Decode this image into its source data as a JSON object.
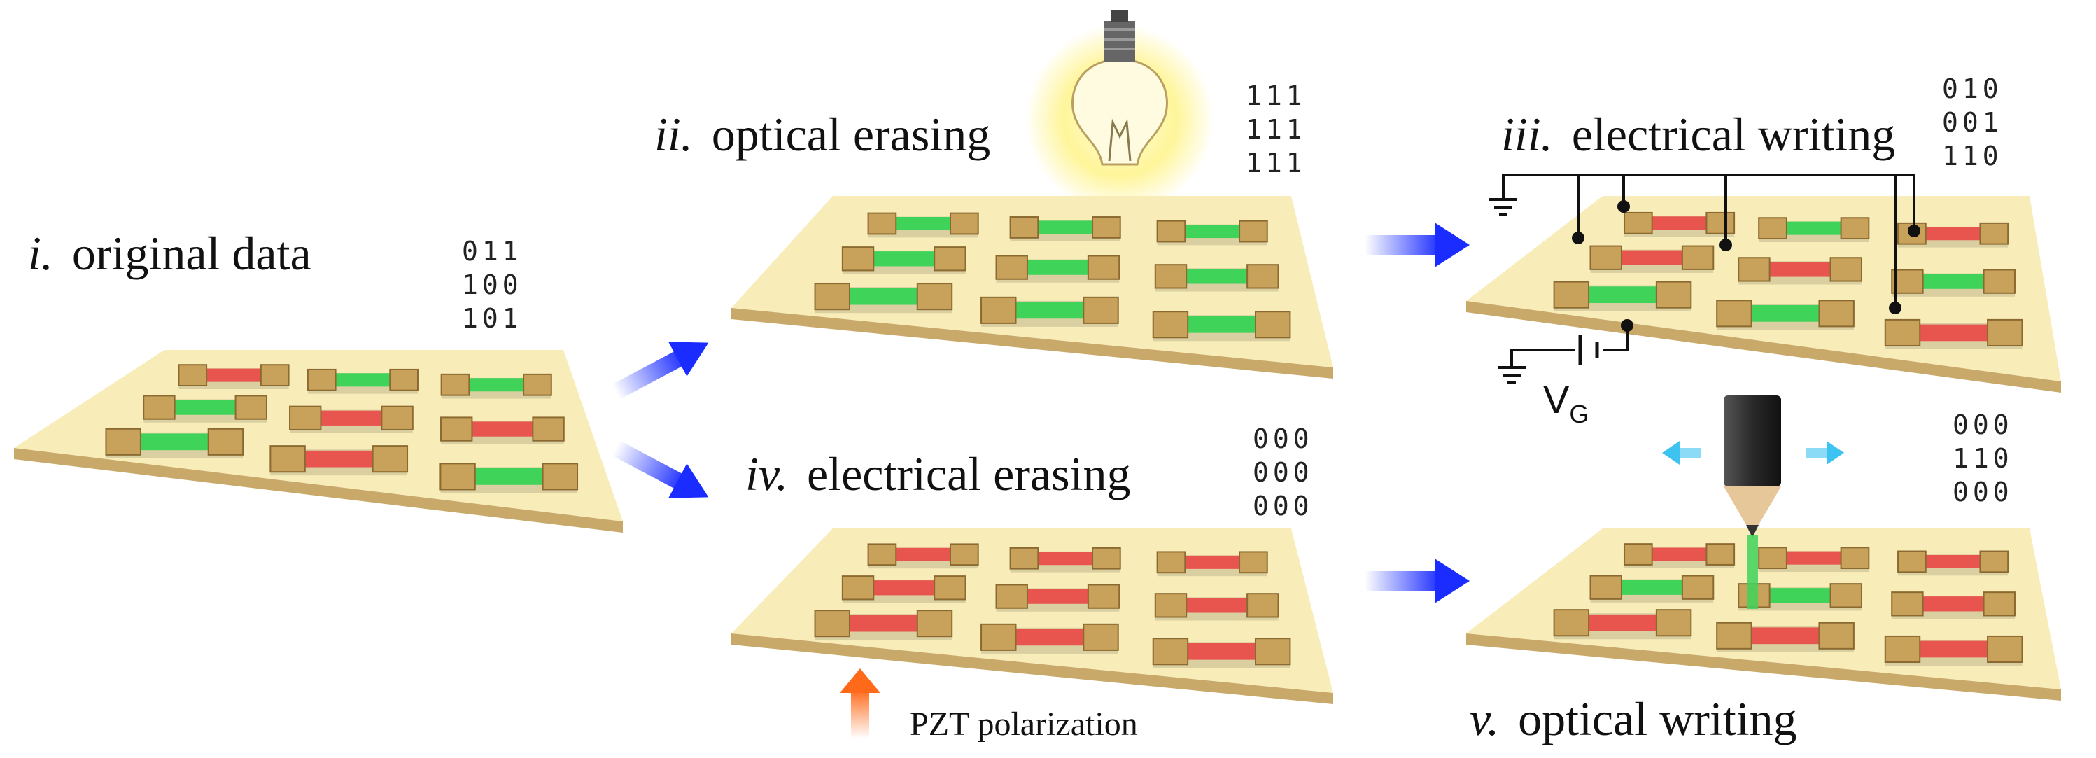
{
  "panels": [
    {
      "key": "i",
      "numeral": "i.",
      "label": "original data",
      "bits": [
        "011",
        "100",
        "101"
      ]
    },
    {
      "key": "ii",
      "numeral": "ii.",
      "label": "optical erasing",
      "bits": [
        "111",
        "111",
        "111"
      ]
    },
    {
      "key": "iii",
      "numeral": "iii.",
      "label": "electrical writing",
      "bits": [
        "010",
        "001",
        "110"
      ]
    },
    {
      "key": "iv",
      "numeral": "iv.",
      "label": "electrical erasing",
      "bits": [
        "000",
        "000",
        "000"
      ]
    },
    {
      "key": "v",
      "numeral": "v.",
      "label": "optical writing",
      "bits": [
        "000",
        "110",
        "000"
      ]
    }
  ],
  "annotations": {
    "pzt": "PZT polarization",
    "gate_voltage_main": "V",
    "gate_voltage_sub": "G"
  },
  "colors": {
    "substrate_top": "#f8ecb8",
    "substrate_side": "#c9a96a",
    "electrode": "#c8a25a",
    "channel_on": "#3fd35a",
    "channel_off": "#e8554f",
    "arrow_blue": "#1a2cff",
    "arrow_orange": "#ff6a1a",
    "arrow_cyan": "#3ec3f0",
    "bulb_glow": "#fff7a8"
  },
  "icons": [
    "light-bulb-icon",
    "ground-icon",
    "battery-icon",
    "laser-probe-icon"
  ]
}
